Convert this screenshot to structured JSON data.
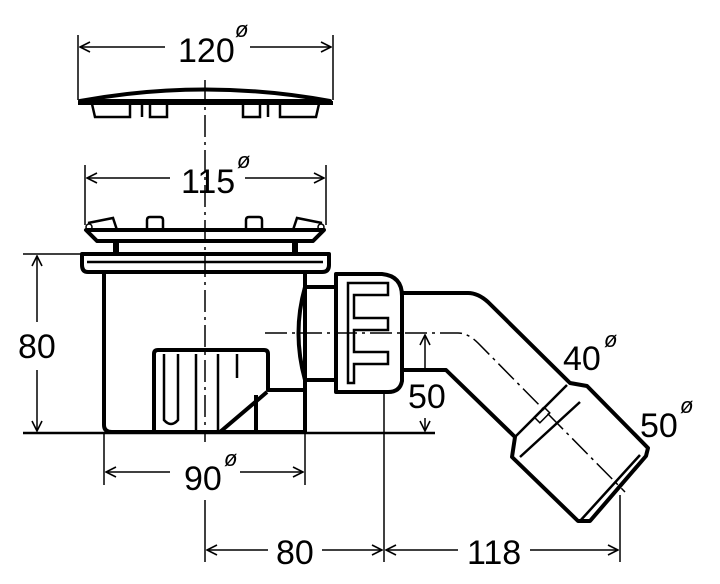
{
  "title": "Shower drain dimension drawing",
  "dimensions": {
    "cover_diameter": {
      "value": "120",
      "symbol": "ø"
    },
    "grate_diameter": {
      "value": "115",
      "symbol": "ø"
    },
    "height": {
      "value": "80"
    },
    "body_diameter": {
      "value": "90",
      "symbol": "ø"
    },
    "outlet_height": {
      "value": "50"
    },
    "outlet_offset": {
      "value": "80"
    },
    "pipe_reach": {
      "value": "118"
    },
    "pipe_inner_diameter": {
      "value": "40",
      "symbol": "ø"
    },
    "pipe_outer_diameter": {
      "value": "50",
      "symbol": "ø"
    }
  }
}
